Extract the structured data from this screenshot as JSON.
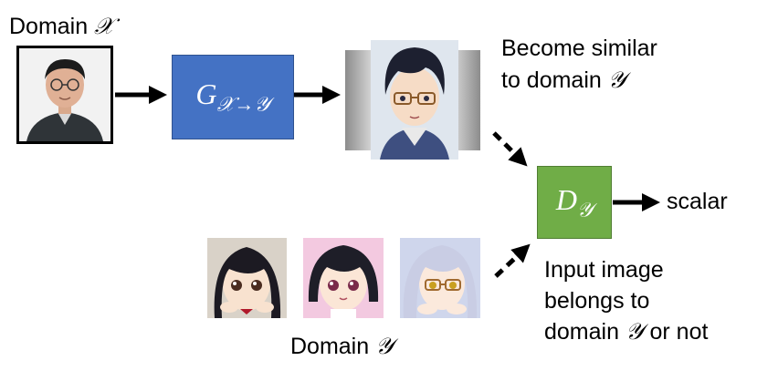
{
  "domain_x": {
    "prefix": "Domain ",
    "symbol": "𝒳"
  },
  "generator": {
    "base": "G",
    "subscript": "𝒳→𝒴"
  },
  "discriminator": {
    "base": "D",
    "subscript": "𝒴"
  },
  "become_similar": {
    "line1": "Become similar",
    "line2_prefix": "to domain ",
    "line2_symbol": "𝒴"
  },
  "output_label": "scalar",
  "input_note": {
    "line1": "Input image",
    "line2": "belongs to",
    "line3_prefix": "domain ",
    "line3_symbol": "𝒴",
    "line3_suffix": " or not"
  },
  "domain_y": {
    "prefix": "Domain ",
    "symbol": "𝒴"
  },
  "colors": {
    "generator_fill": "#4472c4",
    "discriminator_fill": "#70ad47",
    "arrow": "#000000"
  }
}
